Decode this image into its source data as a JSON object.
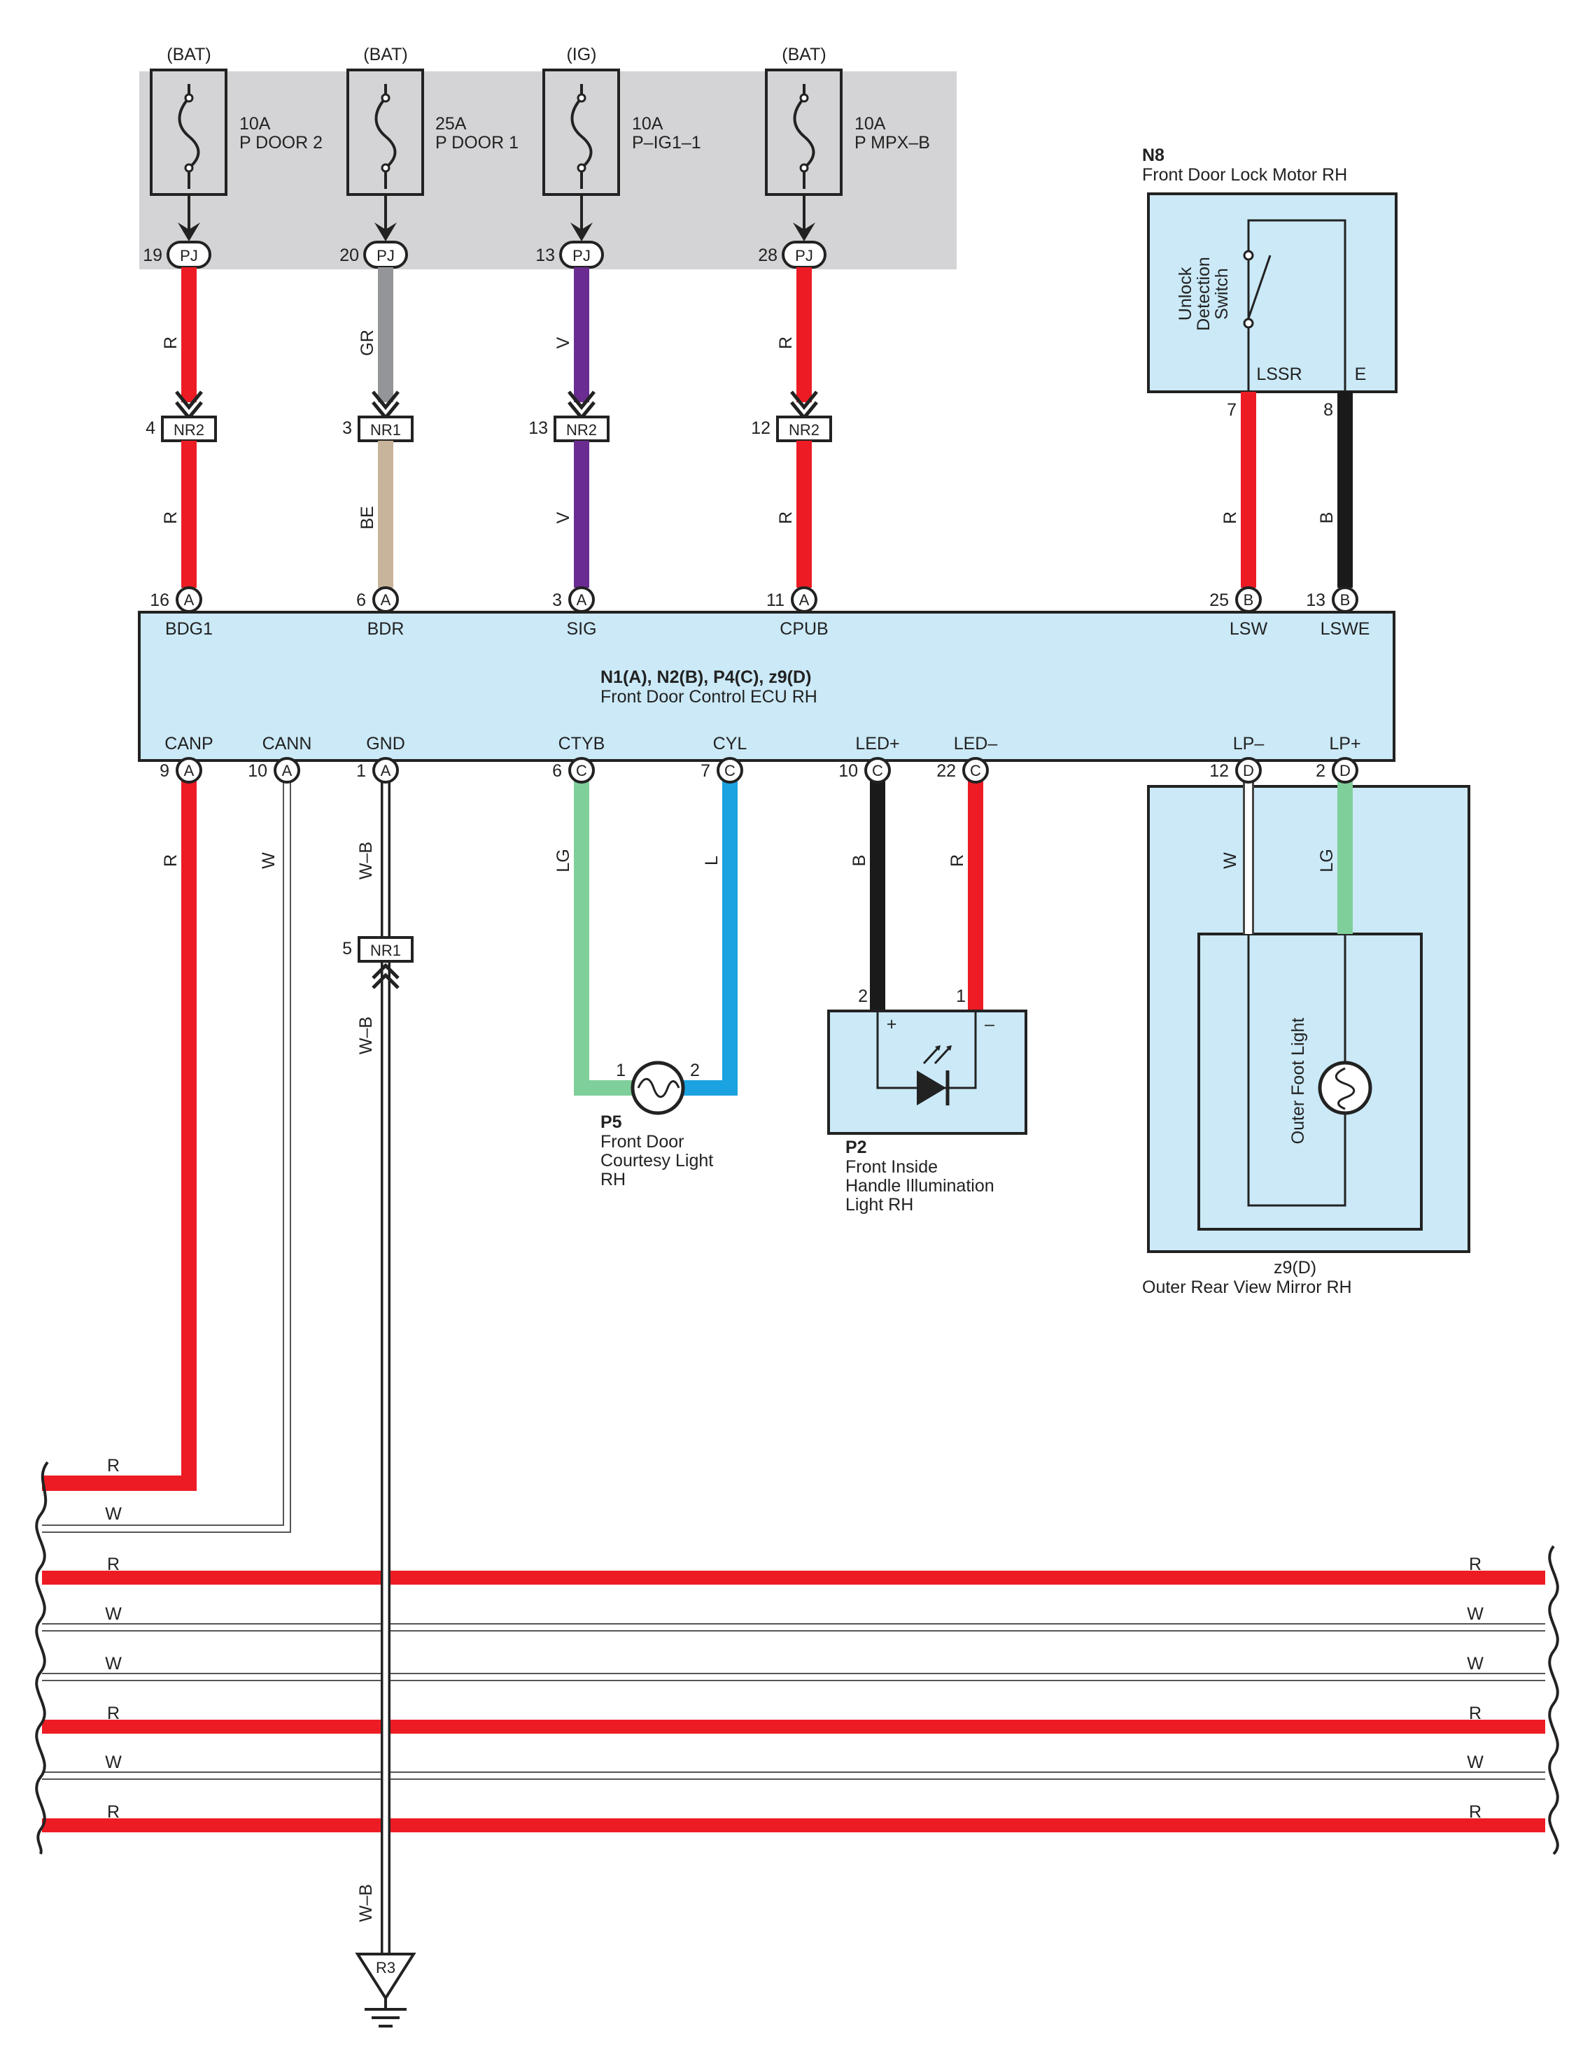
{
  "colors": {
    "R": "#ed1c24",
    "GR": "#939598",
    "V": "#6a2c91",
    "BE": "#c8b49a",
    "B": "#1a1a1a",
    "LG": "#7fcf9b",
    "L": "#1aa3e0",
    "W": "#ffffff",
    "box_fill": "#cbe9f7",
    "panel_fill": "#d4d4d6",
    "outline": "#222222"
  },
  "fuses": [
    {
      "supply": "(BAT)",
      "rating": "10A",
      "name": "P DOOR 2",
      "pin": "19",
      "conn": "PJ",
      "wire1": "R",
      "jpin": "4",
      "jconn": "NR2",
      "wire2": "R",
      "epin": "16",
      "econn": "A",
      "signal": "BDG1"
    },
    {
      "supply": "(BAT)",
      "rating": "25A",
      "name": "P DOOR 1",
      "pin": "20",
      "conn": "PJ",
      "wire1": "GR",
      "jpin": "3",
      "jconn": "NR1",
      "wire2": "BE",
      "epin": "6",
      "econn": "A",
      "signal": "BDR"
    },
    {
      "supply": "(IG)",
      "rating": "10A",
      "name": "P–IG1–1",
      "pin": "13",
      "conn": "PJ",
      "wire1": "V",
      "jpin": "13",
      "jconn": "NR2",
      "wire2": "V",
      "epin": "3",
      "econn": "A",
      "signal": "SIG"
    },
    {
      "supply": "(BAT)",
      "rating": "10A",
      "name": "P MPX–B",
      "pin": "28",
      "conn": "PJ",
      "wire1": "R",
      "jpin": "12",
      "jconn": "NR2",
      "wire2": "R",
      "epin": "11",
      "econn": "A",
      "signal": "CPUB"
    }
  ],
  "motor": {
    "id": "N8",
    "name": "Front Door Lock Motor RH",
    "switch_label": [
      "Unlock",
      "Detection",
      "Switch"
    ],
    "term1": "LSSR",
    "term2": "E",
    "pin1": "7",
    "pin2": "8",
    "wire1": "R",
    "wire2": "B",
    "ecu_pin1": "25",
    "ecu_pin2": "13",
    "ecu_conn": "B",
    "sig1": "LSW",
    "sig2": "LSWE"
  },
  "ecu": {
    "id": "N1(A), N2(B), P4(C), z9(D)",
    "name": "Front Door Control ECU RH",
    "bottom_pins": [
      {
        "signal": "CANP",
        "pin": "9",
        "conn": "A",
        "wire": "R"
      },
      {
        "signal": "CANN",
        "pin": "10",
        "conn": "A",
        "wire": "W"
      },
      {
        "signal": "GND",
        "pin": "1",
        "conn": "A",
        "wire": "W–B"
      },
      {
        "signal": "CTYB",
        "pin": "6",
        "conn": "C",
        "wire": "LG"
      },
      {
        "signal": "CYL",
        "pin": "7",
        "conn": "C",
        "wire": "L"
      },
      {
        "signal": "LED+",
        "pin": "10",
        "conn": "C",
        "wire": "B"
      },
      {
        "signal": "LED–",
        "pin": "22",
        "conn": "C",
        "wire": "R"
      },
      {
        "signal": "LP–",
        "pin": "12",
        "conn": "D",
        "wire": "W"
      },
      {
        "signal": "LP+",
        "pin": "2",
        "conn": "D",
        "wire": "LG"
      }
    ]
  },
  "ground": {
    "jpin": "5",
    "jconn": "NR1",
    "wire_lower": "W–B",
    "ground_id": "R3"
  },
  "courtesy": {
    "id": "P5",
    "name_lines": [
      "Front Door",
      "Courtesy Light",
      "RH"
    ],
    "pin1": "1",
    "pin2": "2"
  },
  "handle": {
    "id": "P2",
    "name_lines": [
      "Front Inside",
      "Handle Illumination",
      "Light RH"
    ],
    "pin_b": "2",
    "pin_r": "1",
    "plus": "+",
    "minus": "–"
  },
  "mirror": {
    "id": "z9(D)",
    "name": "Outer Rear View Mirror RH",
    "inner_label": "Outer Foot Light"
  },
  "bus_lines": [
    {
      "left": "R",
      "right": ""
    },
    {
      "left": "W",
      "right": ""
    },
    {
      "left": "R",
      "right": "R"
    },
    {
      "left": "W",
      "right": "W"
    },
    {
      "left": "W",
      "right": "W"
    },
    {
      "left": "R",
      "right": "R"
    },
    {
      "left": "W",
      "right": "W"
    },
    {
      "left": "R",
      "right": "R"
    }
  ]
}
